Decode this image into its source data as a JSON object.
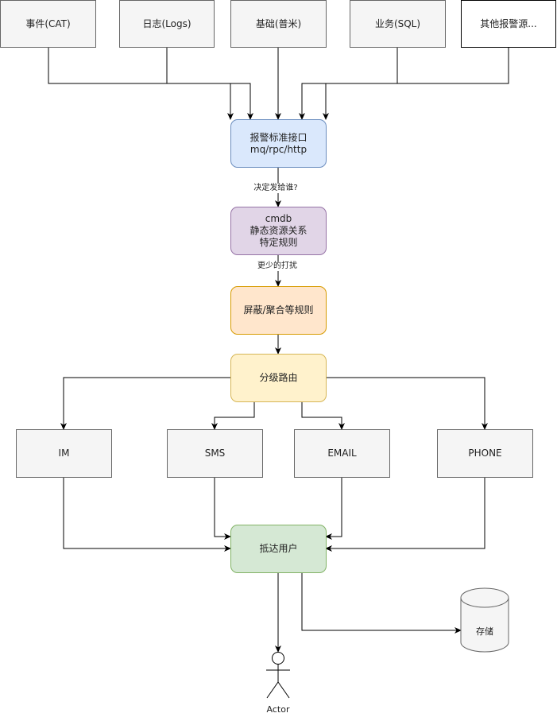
{
  "sources": [
    {
      "id": "src-cat",
      "label": "事件(CAT)"
    },
    {
      "id": "src-logs",
      "label": "日志(Logs)"
    },
    {
      "id": "src-basic",
      "label": "基础(普米)"
    },
    {
      "id": "src-sql",
      "label": "业务(SQL)"
    },
    {
      "id": "src-other",
      "label": "其他报警源..."
    }
  ],
  "interface": {
    "line1": "报警标准接口",
    "line2": "mq/rpc/http"
  },
  "edge_decide": "决定发给谁?",
  "cmdb": {
    "line1": "cmdb",
    "line2": "静态资源关系",
    "line3": "特定规则"
  },
  "edge_less": "更少的打扰",
  "rules": "屏蔽/聚合等规则",
  "routing": "分级路由",
  "channels": [
    "IM",
    "SMS",
    "EMAIL",
    "PHONE"
  ],
  "reach": "抵达用户",
  "storage": "存储",
  "actor": "Actor"
}
